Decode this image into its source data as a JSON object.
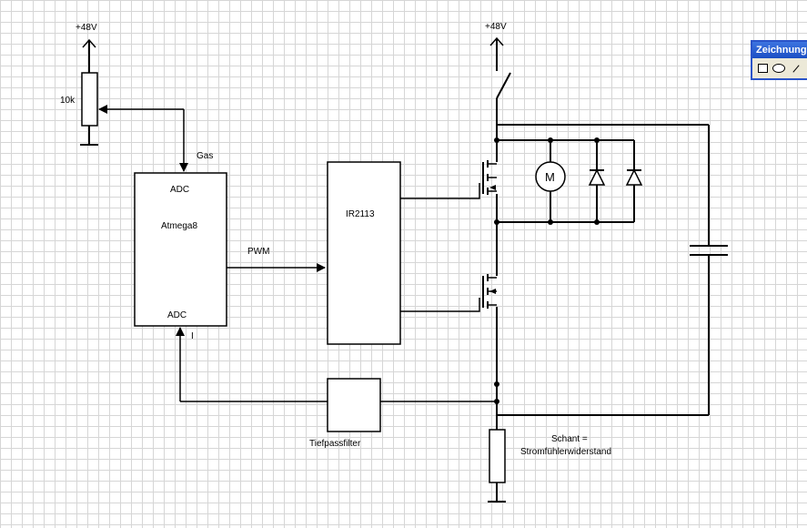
{
  "labels": {
    "supply_left": "+48V",
    "supply_right": "+48V",
    "pot_value": "10k",
    "gas": "Gas",
    "adc_top": "ADC",
    "mcu": "Atmega8",
    "adc_bottom": "ADC",
    "current": "I",
    "pwm": "PWM",
    "driver": "IR2113",
    "motor": "M",
    "filter": "Tiefpassfilter",
    "shunt_line1": "Schant =",
    "shunt_line2": "Stromfühlerwiderstand"
  },
  "toolbar": {
    "title": "Zeichnung",
    "tools": [
      "rectangle-icon",
      "ellipse-icon",
      "line-icon"
    ]
  }
}
